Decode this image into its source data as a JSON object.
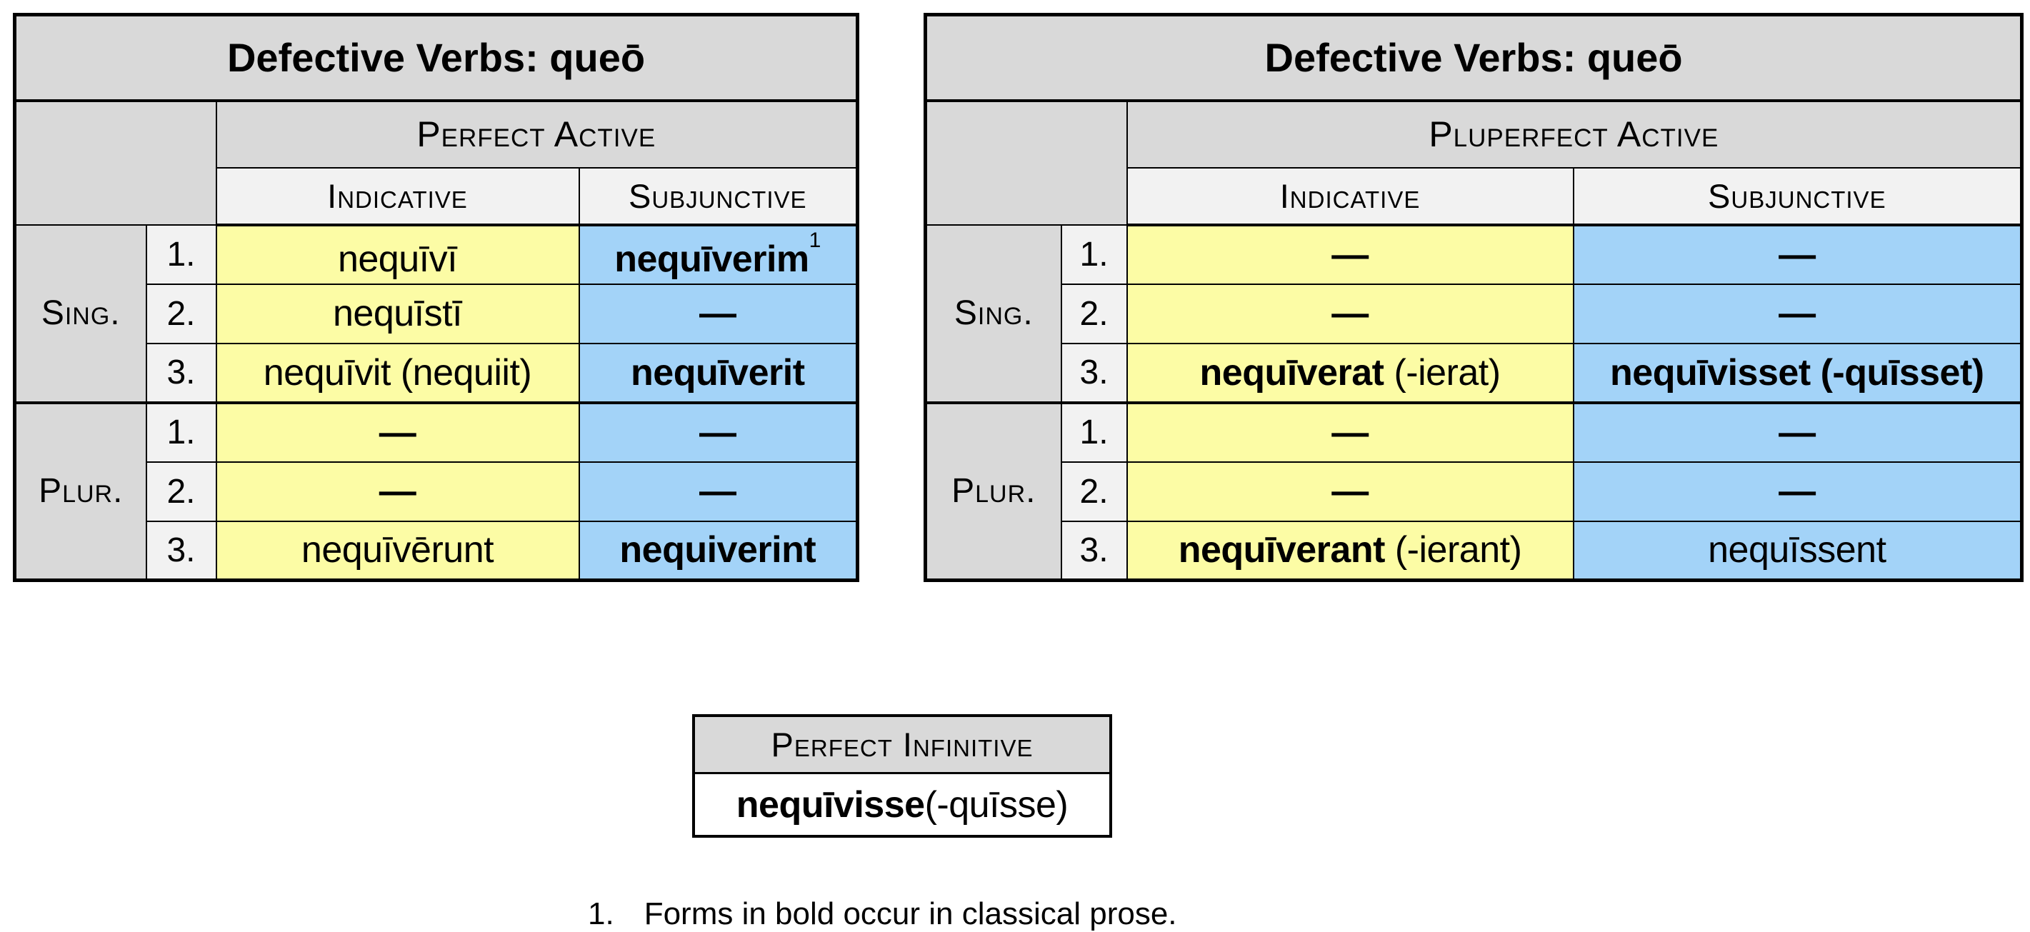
{
  "left_table": {
    "title": "Defective Verbs: queō",
    "tense_header": "Perfect Active",
    "col_headers": [
      "Indicative",
      "Subjunctive"
    ],
    "group_labels": [
      "Sing.",
      "Plur."
    ],
    "rows": [
      {
        "num": "1.",
        "ind": {
          "bold": "",
          "rest": "nequīvī",
          "sup": ""
        },
        "subj": {
          "bold": "nequīverim",
          "rest": "",
          "sup": "1"
        }
      },
      {
        "num": "2.",
        "ind": {
          "bold": "",
          "rest": "nequīstī",
          "sup": ""
        },
        "subj": {
          "bold": "—",
          "rest": "",
          "sup": ""
        }
      },
      {
        "num": "3.",
        "ind": {
          "bold": "",
          "rest": "nequīvit (nequiit)",
          "sup": ""
        },
        "subj": {
          "bold": "nequīverit",
          "rest": "",
          "sup": ""
        }
      },
      {
        "num": "1.",
        "ind": {
          "bold": "—",
          "rest": "",
          "sup": ""
        },
        "subj": {
          "bold": "—",
          "rest": "",
          "sup": ""
        }
      },
      {
        "num": "2.",
        "ind": {
          "bold": "—",
          "rest": "",
          "sup": ""
        },
        "subj": {
          "bold": "—",
          "rest": "",
          "sup": ""
        }
      },
      {
        "num": "3.",
        "ind": {
          "bold": "",
          "rest": "nequīvērunt",
          "sup": ""
        },
        "subj": {
          "bold": "nequiverint",
          "rest": "",
          "sup": ""
        }
      }
    ]
  },
  "right_table": {
    "title": "Defective Verbs: queō",
    "tense_header": "Pluperfect Active",
    "col_headers": [
      "Indicative",
      "Subjunctive"
    ],
    "group_labels": [
      "Sing.",
      "Plur."
    ],
    "rows": [
      {
        "num": "1.",
        "ind": {
          "bold": "—",
          "rest": "",
          "sup": ""
        },
        "subj": {
          "bold": "—",
          "rest": "",
          "sup": ""
        }
      },
      {
        "num": "2.",
        "ind": {
          "bold": "—",
          "rest": "",
          "sup": ""
        },
        "subj": {
          "bold": "—",
          "rest": "",
          "sup": ""
        }
      },
      {
        "num": "3.",
        "ind": {
          "bold": "nequīverat",
          "rest": " (-ierat)",
          "sup": ""
        },
        "subj": {
          "bold": "nequīvisset (-quīsset)",
          "rest": "",
          "sup": ""
        }
      },
      {
        "num": "1.",
        "ind": {
          "bold": "—",
          "rest": "",
          "sup": ""
        },
        "subj": {
          "bold": "—",
          "rest": "",
          "sup": ""
        }
      },
      {
        "num": "2.",
        "ind": {
          "bold": "—",
          "rest": "",
          "sup": ""
        },
        "subj": {
          "bold": "—",
          "rest": "",
          "sup": ""
        }
      },
      {
        "num": "3.",
        "ind": {
          "bold": "nequīverant",
          "rest": " (-ierant)",
          "sup": ""
        },
        "subj": {
          "bold": "",
          "rest": "nequīssent",
          "sup": ""
        }
      }
    ]
  },
  "infinitive_box": {
    "header": "Perfect Infinitive",
    "form_bold": "nequīvisse",
    "form_rest": " (-quīsse)"
  },
  "footnote": {
    "number": "1.",
    "text": "Forms in bold occur in classical prose."
  },
  "colors": {
    "header_gray": "#d9d9d9",
    "subheader_gray": "#f2f2f2",
    "indicative_yellow": "#fcfca5",
    "subjunctive_blue": "#a3d3f8",
    "border_black": "#000000"
  }
}
